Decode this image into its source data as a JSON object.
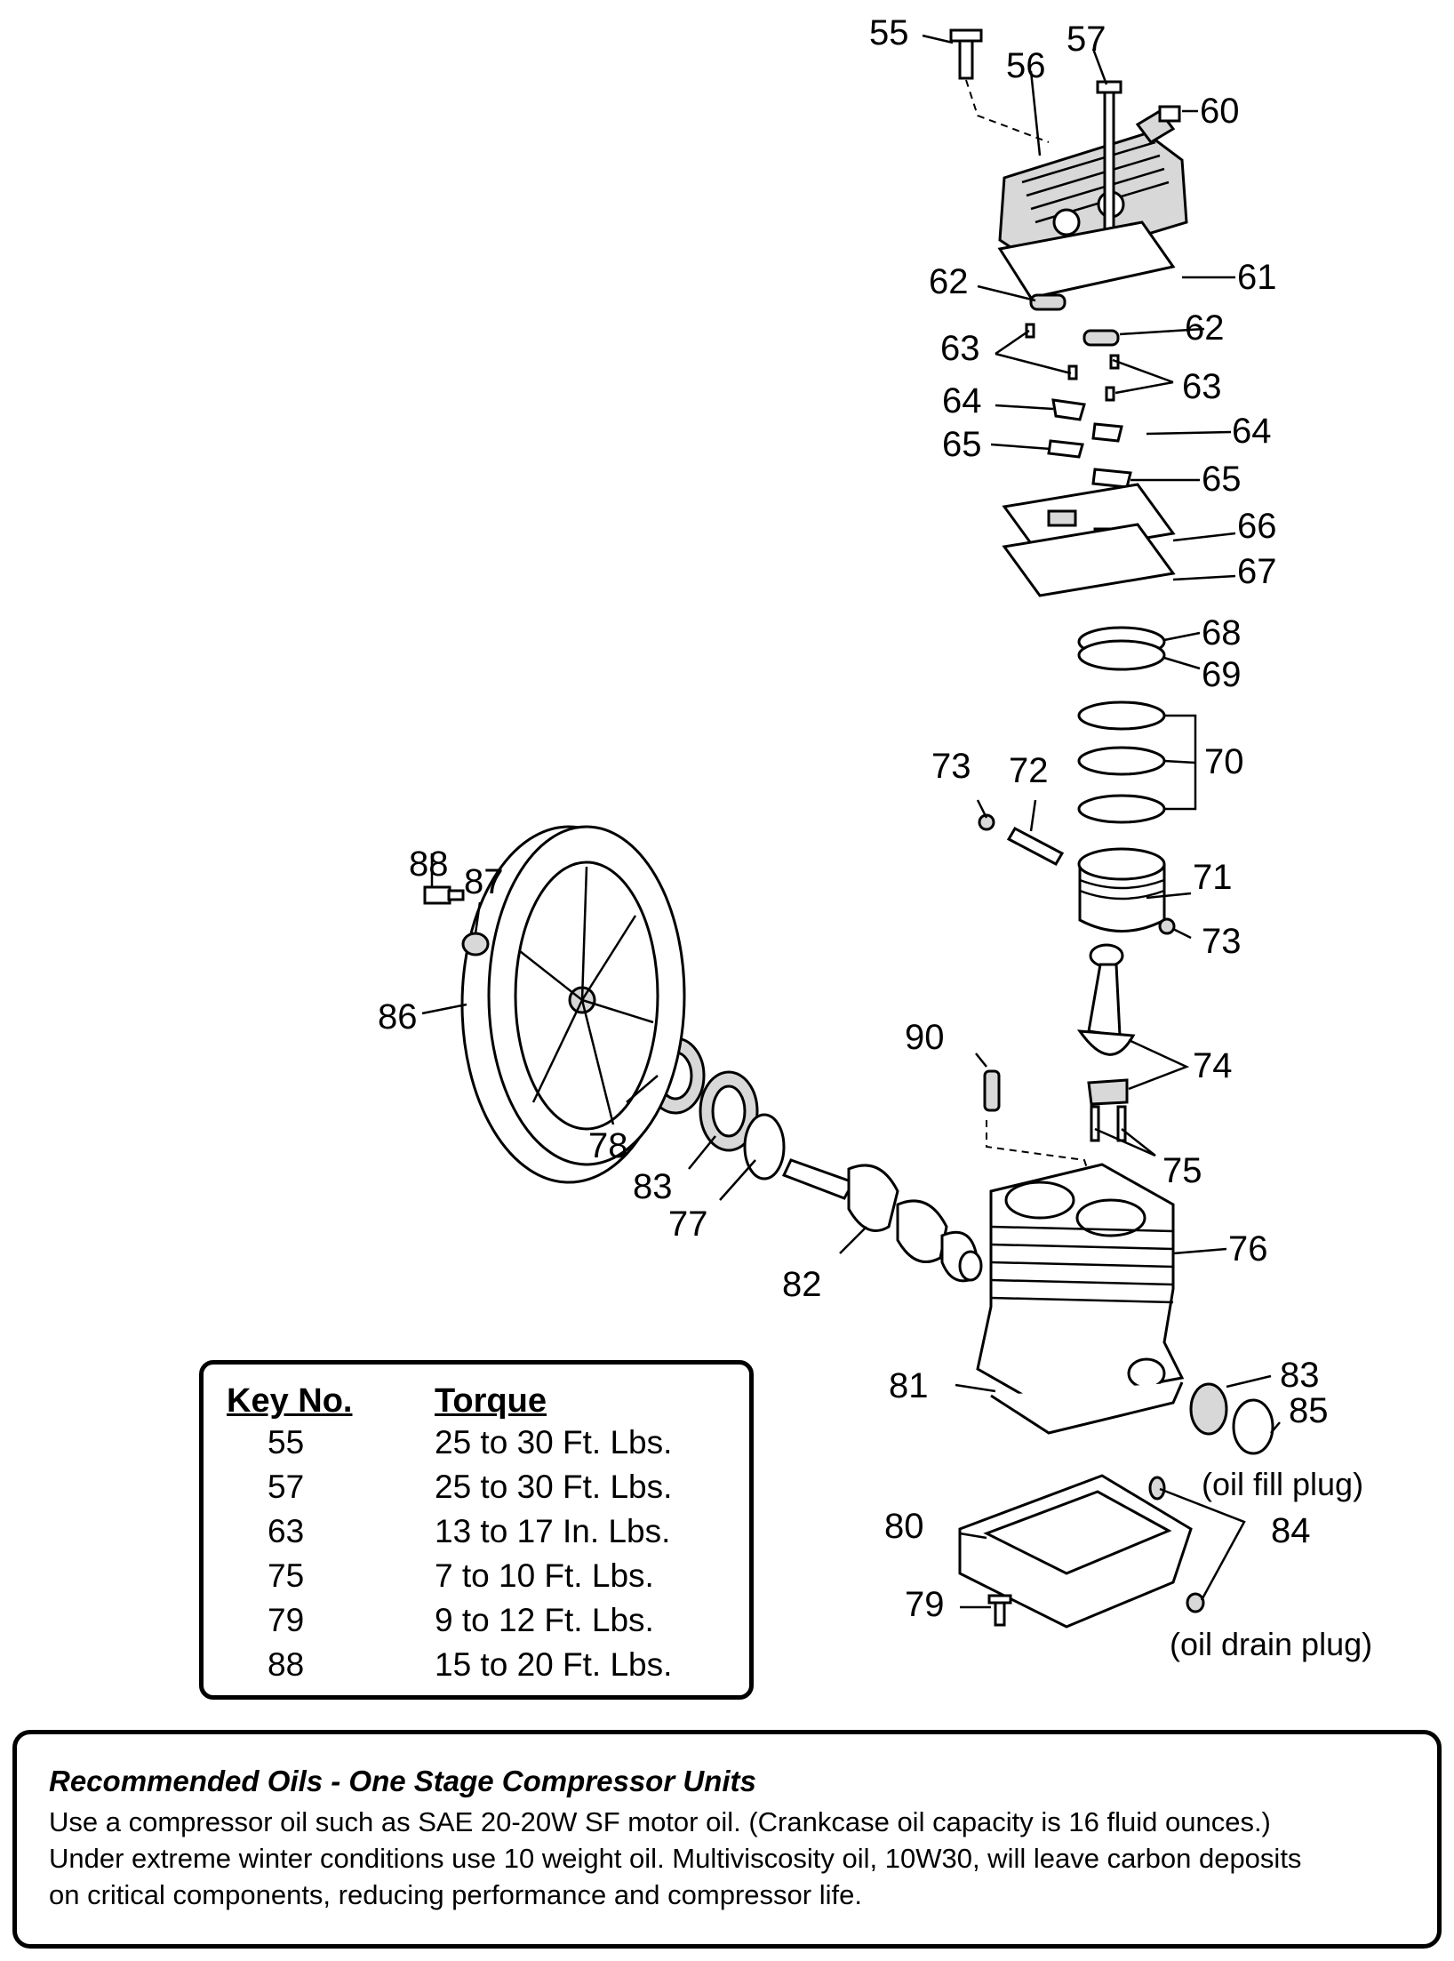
{
  "callouts": {
    "55": "55",
    "56": "56",
    "57": "57",
    "60": "60",
    "61": "61",
    "62": "62",
    "63": "63",
    "64": "64",
    "65": "65",
    "66": "66",
    "67": "67",
    "68": "68",
    "69": "69",
    "70": "70",
    "71": "71",
    "72": "72",
    "73": "73",
    "74": "74",
    "75": "75",
    "76": "76",
    "77": "77",
    "78": "78",
    "79": "79",
    "80": "80",
    "81": "81",
    "82": "82",
    "83": "83",
    "84": "84",
    "85": "85",
    "86": "86",
    "87": "87",
    "88": "88",
    "90": "90"
  },
  "notes": {
    "oil_fill_plug": "(oil fill plug)",
    "oil_drain_plug": "(oil drain plug)"
  },
  "torque_table": {
    "header_key": "Key No.",
    "header_torque": "Torque",
    "rows": [
      {
        "key": "55",
        "torque": "25 to 30 Ft. Lbs."
      },
      {
        "key": "57",
        "torque": "25 to 30 Ft. Lbs."
      },
      {
        "key": "63",
        "torque": "13 to 17 In. Lbs."
      },
      {
        "key": "75",
        "torque": "7 to 10 Ft. Lbs."
      },
      {
        "key": "79",
        "torque": "9 to 12 Ft. Lbs."
      },
      {
        "key": "88",
        "torque": "15 to 20 Ft. Lbs."
      }
    ]
  },
  "oil_note": {
    "title": "Recommended Oils - One Stage Compressor Units",
    "lines": [
      "Use a compressor oil such as SAE 20-20W SF motor oil. (Crankcase oil capacity is 16 fluid ounces.)",
      "Under extreme winter conditions use 10 weight oil. Multiviscosity oil, 10W30, will leave carbon deposits",
      "on critical components, reducing performance and compressor life."
    ]
  }
}
